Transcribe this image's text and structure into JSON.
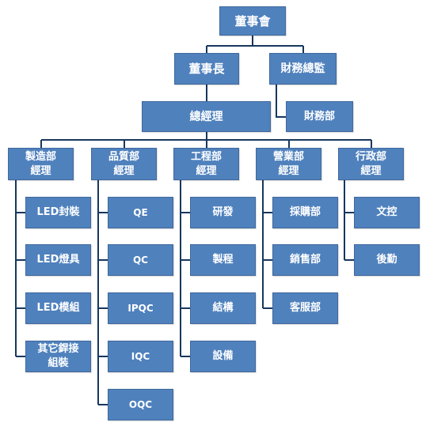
{
  "org": {
    "board": "董事會",
    "chairman": "董事長",
    "cfo": "財務總監",
    "gm": "總經理",
    "finance": "財務部",
    "departments": {
      "manufacturing": "製造部\n經理",
      "quality": "品質部\n經理",
      "engineering": "工程部\n經理",
      "sales": "營業部\n經理",
      "admin": "行政部\n經理"
    },
    "manufacturing_units": [
      "LED封裝",
      "LED燈具",
      "LED模組",
      "其它銲接\n組裝"
    ],
    "quality_units": [
      "QE",
      "QC",
      "IPQC",
      "IQC",
      "OQC"
    ],
    "engineering_units": [
      "研發",
      "製程",
      "結構",
      "設備"
    ],
    "sales_units": [
      "採購部",
      "銷售部",
      "客服部"
    ],
    "admin_units": [
      "文控",
      "後勤"
    ]
  },
  "colors": {
    "box_fill": "#4f81bd",
    "box_border": "#40699c",
    "connector": "#17375e",
    "text": "#ffffff"
  }
}
